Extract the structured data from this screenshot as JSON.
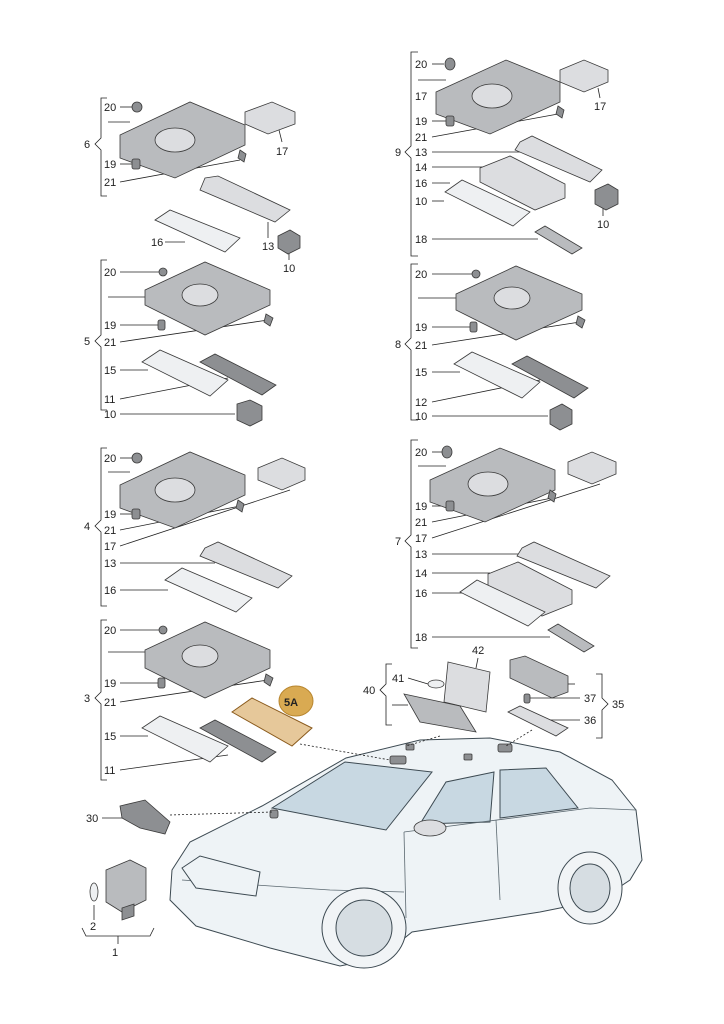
{
  "badge": {
    "text": "5A",
    "color": "#d9aa52"
  },
  "colors": {
    "highlight": "#e6c89a",
    "car_glass": "#c8d8e2"
  },
  "groups": {
    "g6": {
      "label": "6",
      "items": [
        "20",
        "19",
        "21",
        "17",
        "16",
        "13",
        "10"
      ]
    },
    "g5": {
      "label": "5",
      "items": [
        "20",
        "19",
        "21",
        "15",
        "11",
        "10"
      ]
    },
    "g4": {
      "label": "4",
      "items": [
        "20",
        "19",
        "21",
        "17",
        "13",
        "16"
      ]
    },
    "g3": {
      "label": "3",
      "items": [
        "20",
        "19",
        "21",
        "15",
        "11"
      ]
    },
    "g9": {
      "label": "9",
      "items": [
        "20",
        "17",
        "19",
        "21",
        "13",
        "14",
        "16",
        "10",
        "18",
        "17",
        "10"
      ]
    },
    "g8": {
      "label": "8",
      "items": [
        "20",
        "19",
        "21",
        "15",
        "12",
        "10"
      ]
    },
    "g7": {
      "label": "7",
      "items": [
        "20",
        "19",
        "21",
        "17",
        "13",
        "14",
        "16",
        "18"
      ]
    },
    "g40": {
      "label": "40",
      "items": [
        "41",
        "42"
      ]
    },
    "g35": {
      "label": "35",
      "items": [
        "37",
        "36"
      ]
    },
    "g30": {
      "label": "30"
    },
    "g1": {
      "label": "1",
      "items": [
        "2"
      ]
    }
  }
}
